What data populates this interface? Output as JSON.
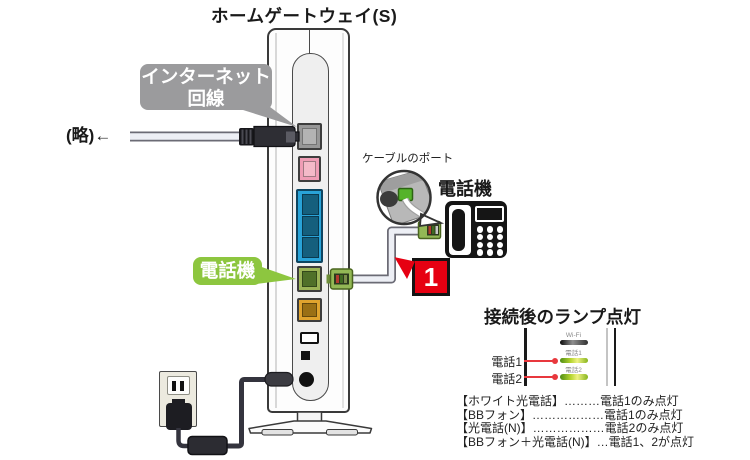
{
  "title": "ホームゲートウェイ(S)",
  "labels": {
    "omitted": "(略)←",
    "cable_port": "ケーブルのポート",
    "telephone": "電話機"
  },
  "callouts": {
    "internet_line1": "インターネット",
    "internet_line2": "回線",
    "phone_port": "電話機"
  },
  "step_badge": "1",
  "lamp_section": {
    "heading": "接続後のランプ点灯",
    "panel_labels": [
      "Wi-Fi",
      "電話1",
      "電話2"
    ],
    "pointer_labels": [
      "電話1",
      "電話2"
    ],
    "notes": [
      "【ホワイト光電話】………電話1のみ点灯",
      "【BBフォン】………………電話1のみ点灯",
      "【光電話(N)】………………電話2のみ点灯",
      "【BBフォン＋光電話(N)】…電話1、2が点灯"
    ]
  },
  "colors": {
    "callout_gray": "#9b9b9d",
    "callout_green": "#8dc63f",
    "badge_red": "#e60012",
    "pointer_red": "#e8383d",
    "lamp_green_dark": "#4d8c14",
    "lamp_green_light": "#eef282",
    "port_internet": "#979797",
    "port_pink": "#ef9db5",
    "port_lan": "#29a3d8",
    "port_phone": "#9cb457",
    "port_orange": "#e0a42e",
    "cable_fill": "#edeff5",
    "cable_edge": "#6b6b75",
    "connector_green": "#93b855"
  }
}
